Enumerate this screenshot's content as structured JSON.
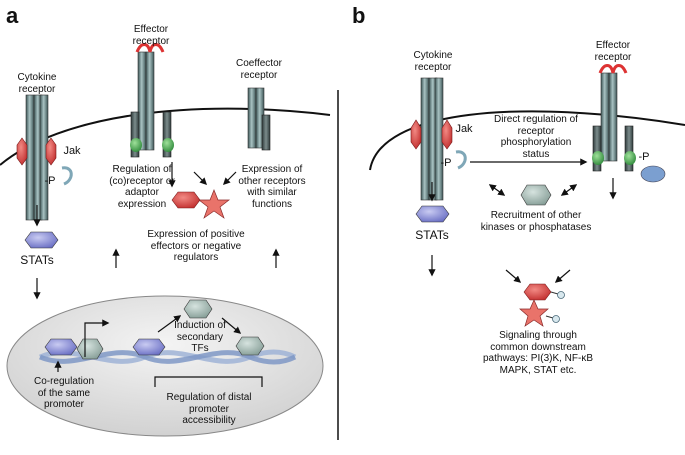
{
  "panels": {
    "a": "a",
    "b": "b"
  },
  "labels_a": {
    "effector_receptor": "Effector\nreceptor",
    "coeffector_receptor": "Coeffector\nreceptor",
    "cytokine_receptor": "Cytokine\nreceptor",
    "jak": "Jak",
    "phospho": "-P",
    "regulation_receptor": "Regulation of\n(co)receptor or\nadaptor\nexpression",
    "expression_other": "Expression of\nother receptors\nwith similar\nfunctions",
    "stats": "STATs",
    "expression_effectors": "Expression of positive\neffectors or negative\nregulators",
    "induction_tfs": "Induction of\nsecondary\nTFs",
    "coregulation": "Co-regulation\nof the same\npromoter",
    "distal_promoter": "Regulation of distal\npromoter\naccessibility"
  },
  "labels_b": {
    "cytokine_receptor": "Cytokine\nreceptor",
    "effector_receptor": "Effector\nreceptor",
    "jak": "Jak",
    "phospho_left": "-P",
    "phospho_right": "-P",
    "direct_regulation": "Direct regulation of\nreceptor\nphosphorylation\nstatus",
    "recruitment": "Recruitment of other\nkinases or phosphatases",
    "stats": "STATs",
    "signaling": "Signaling through\ncommon downstream\npathways: PI(3)K, NF-κB\nMAPK, STAT etc."
  },
  "colors": {
    "receptor": "#6e8f90",
    "receptor_dark": "#3f5556",
    "jak_red": "#d94040",
    "stat_purple": "#8a8fd6",
    "green": "#3aa84a",
    "star": "#e9736a",
    "blue_oval": "#7b9fd0",
    "hexagon": "#9fb3ad",
    "nucleus": "#dcdcdc"
  }
}
